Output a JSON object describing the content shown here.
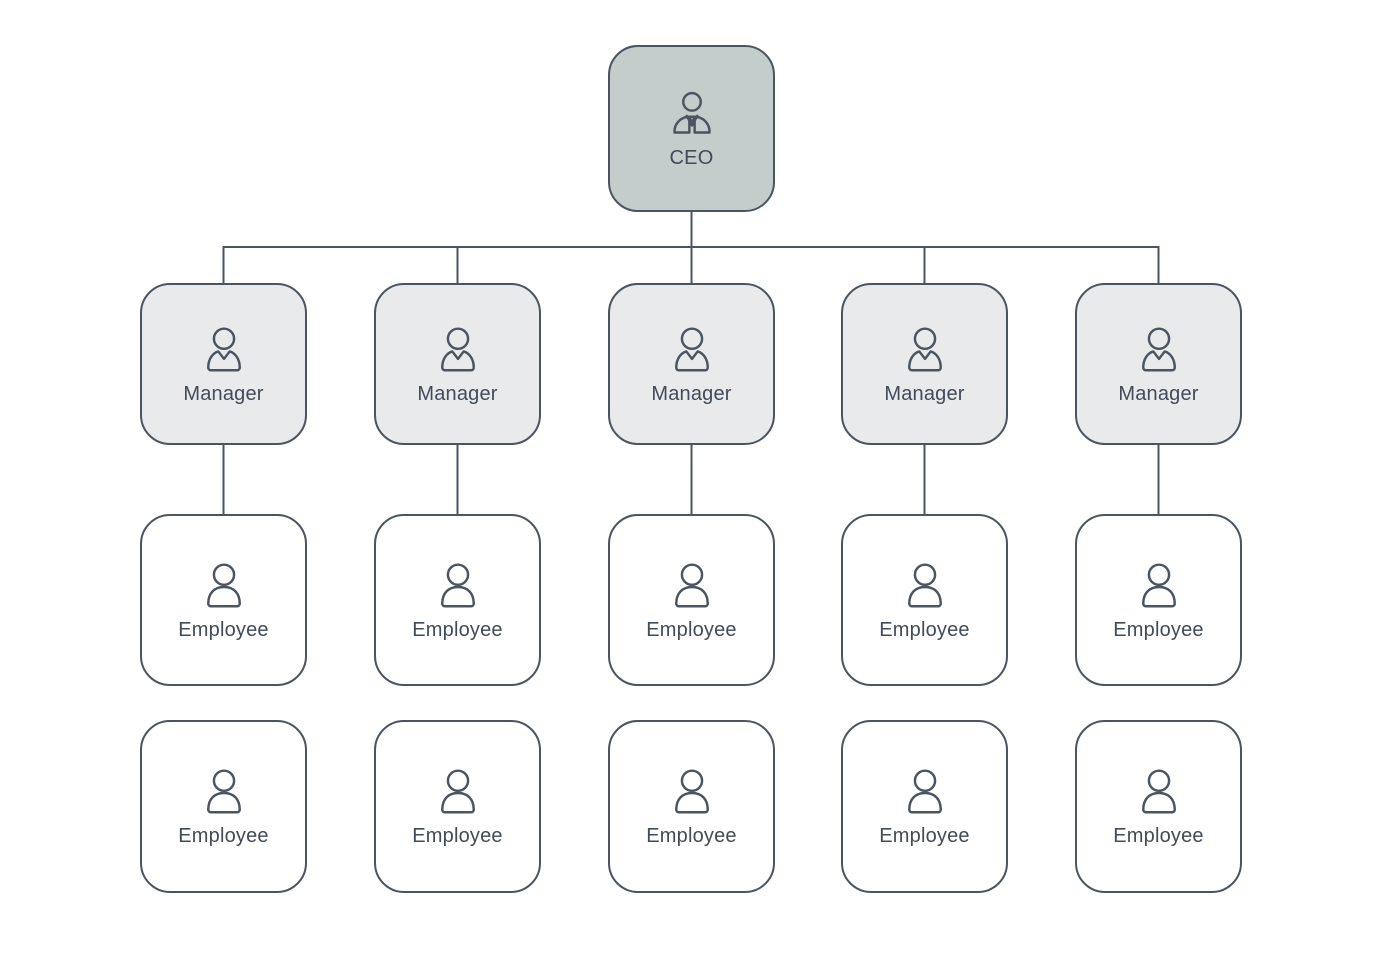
{
  "diagram": {
    "type": "org-chart",
    "colors": {
      "ceo_fill": "#c3cdcb",
      "manager_fill": "#e9eaeb",
      "employee_fill": "#ffffff",
      "border": "#4a5561",
      "connector": "#4a5561",
      "text": "#414b59"
    },
    "ceo": {
      "label": "CEO",
      "icon": "person-tie-icon"
    },
    "managers": [
      {
        "label": "Manager",
        "icon": "person-vneck-icon"
      },
      {
        "label": "Manager",
        "icon": "person-vneck-icon"
      },
      {
        "label": "Manager",
        "icon": "person-vneck-icon"
      },
      {
        "label": "Manager",
        "icon": "person-vneck-icon"
      },
      {
        "label": "Manager",
        "icon": "person-vneck-icon"
      }
    ],
    "employees_row_1": [
      {
        "label": "Employee",
        "icon": "person-icon"
      },
      {
        "label": "Employee",
        "icon": "person-icon"
      },
      {
        "label": "Employee",
        "icon": "person-icon"
      },
      {
        "label": "Employee",
        "icon": "person-icon"
      },
      {
        "label": "Employee",
        "icon": "person-icon"
      }
    ],
    "employees_row_2": [
      {
        "label": "Employee",
        "icon": "person-icon"
      },
      {
        "label": "Employee",
        "icon": "person-icon"
      },
      {
        "label": "Employee",
        "icon": "person-icon"
      },
      {
        "label": "Employee",
        "icon": "person-icon"
      },
      {
        "label": "Employee",
        "icon": "person-icon"
      }
    ],
    "edges": [
      "CEO -> Manager 1",
      "CEO -> Manager 2",
      "CEO -> Manager 3",
      "CEO -> Manager 4",
      "CEO -> Manager 5",
      "Manager 1 -> Employee row1 col1",
      "Manager 2 -> Employee row1 col2",
      "Manager 3 -> Employee row1 col3",
      "Manager 4 -> Employee row1 col4",
      "Manager 5 -> Employee row1 col5"
    ]
  }
}
